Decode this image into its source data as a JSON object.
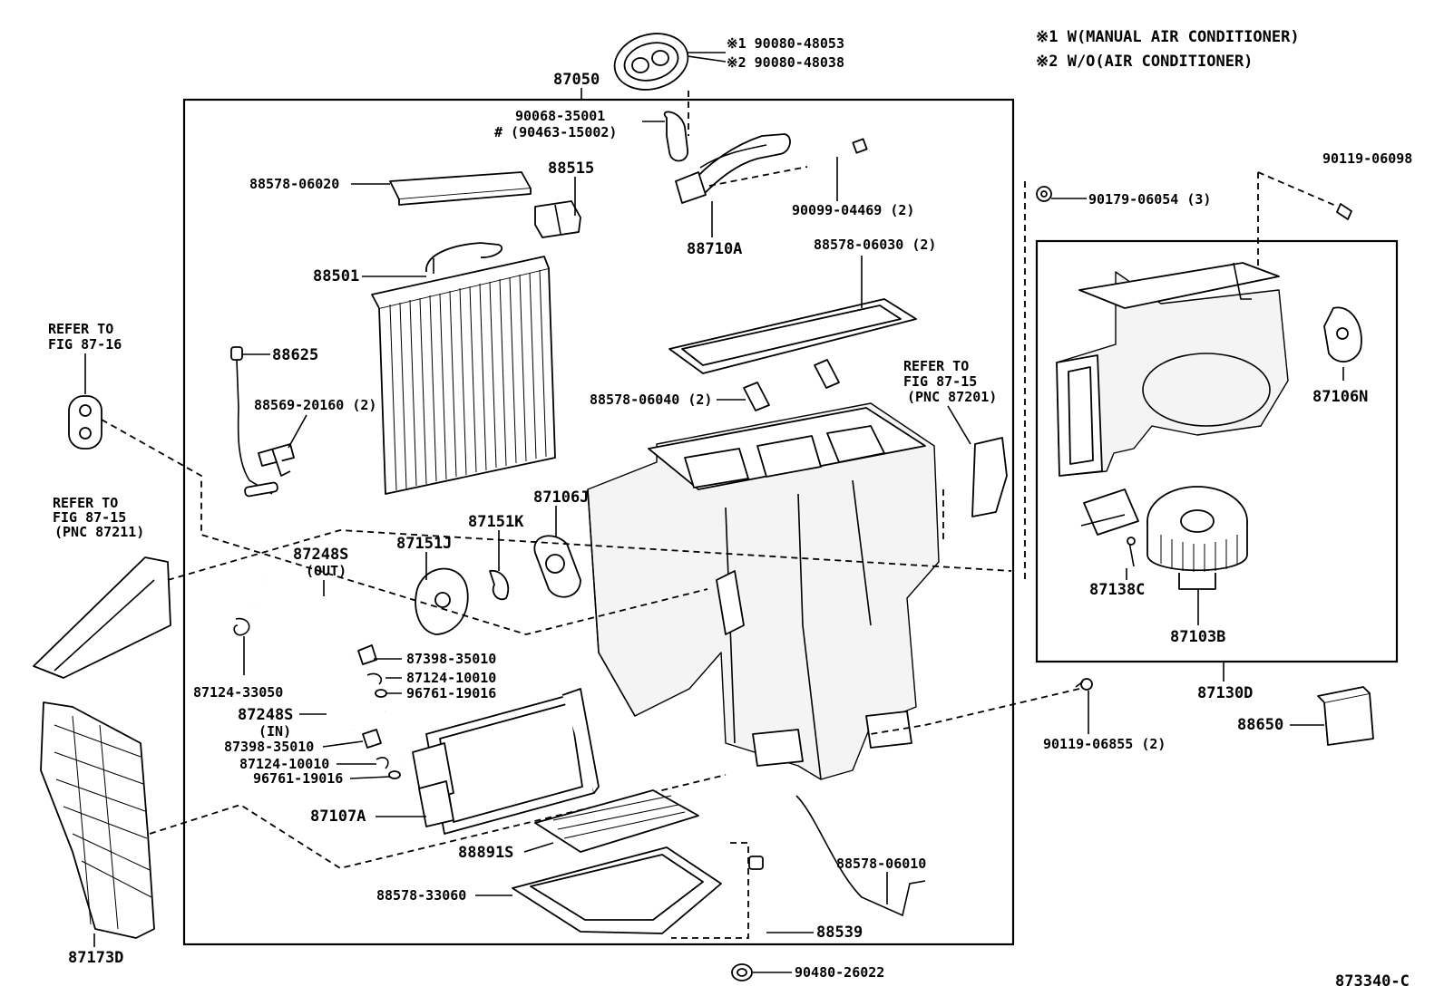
{
  "legend": {
    "note1": "※1 W(MANUAL AIR CONDITIONER)",
    "note2": "※2 W/O(AIR CONDITIONER)"
  },
  "refs": {
    "fig_87_16": [
      "REFER TO",
      "FIG 87-16"
    ],
    "fig_87_15_left": [
      "REFER TO",
      "FIG 87-15",
      "(PNC 87211)"
    ],
    "fig_87_15_right": [
      "REFER TO",
      "FIG 87-15",
      "(PNC 87201)"
    ]
  },
  "labels": {
    "p87050": "87050",
    "p90080_48053": "※1 90080-48053",
    "p90080_48038": "※2 90080-48038",
    "p90068_35001": "90068-35001",
    "p90463_15002": "# (90463-15002)",
    "p88578_06020": "88578-06020",
    "p88515": "88515",
    "p88710A": "88710A",
    "p90099_04469": "90099-04469 (2)",
    "p88501": "88501",
    "p88578_06030": "88578-06030 (2)",
    "p88625": "88625",
    "p88569_20160": "88569-20160 (2)",
    "p88578_06040": "88578-06040 (2)",
    "p87151J": "87151J",
    "p87151K": "87151K",
    "p87106J": "87106J",
    "p87248S_out": "87248S",
    "p87248S_out_sub": "(OUT)",
    "p87398_35010_a": "87398-35010",
    "p87124_10010_a": "87124-10010",
    "p96761_19016_a": "96761-19016",
    "p87124_33050": "87124-33050",
    "p87248S_in": "87248S",
    "p87248S_in_sub": "(IN)",
    "p87398_35010_b": "87398-35010",
    "p87124_10010_b": "87124-10010",
    "p96761_19016_b": "96761-19016",
    "p87107A": "87107A",
    "p88891S": "88891S",
    "p88578_33060": "88578-33060",
    "p88578_06010": "88578-06010",
    "p88539": "88539",
    "p90480_26022": "90480-26022",
    "p87173D": "87173D",
    "p90179_06054": "90179-06054 (3)",
    "p90119_06098": "90119-06098",
    "p87106N": "87106N",
    "p87138C": "87138C",
    "p87103B": "87103B",
    "p87130D": "87130D",
    "p88650": "88650",
    "p90119_06855": "90119-06855 (2)",
    "figure_id": "873340-C"
  }
}
